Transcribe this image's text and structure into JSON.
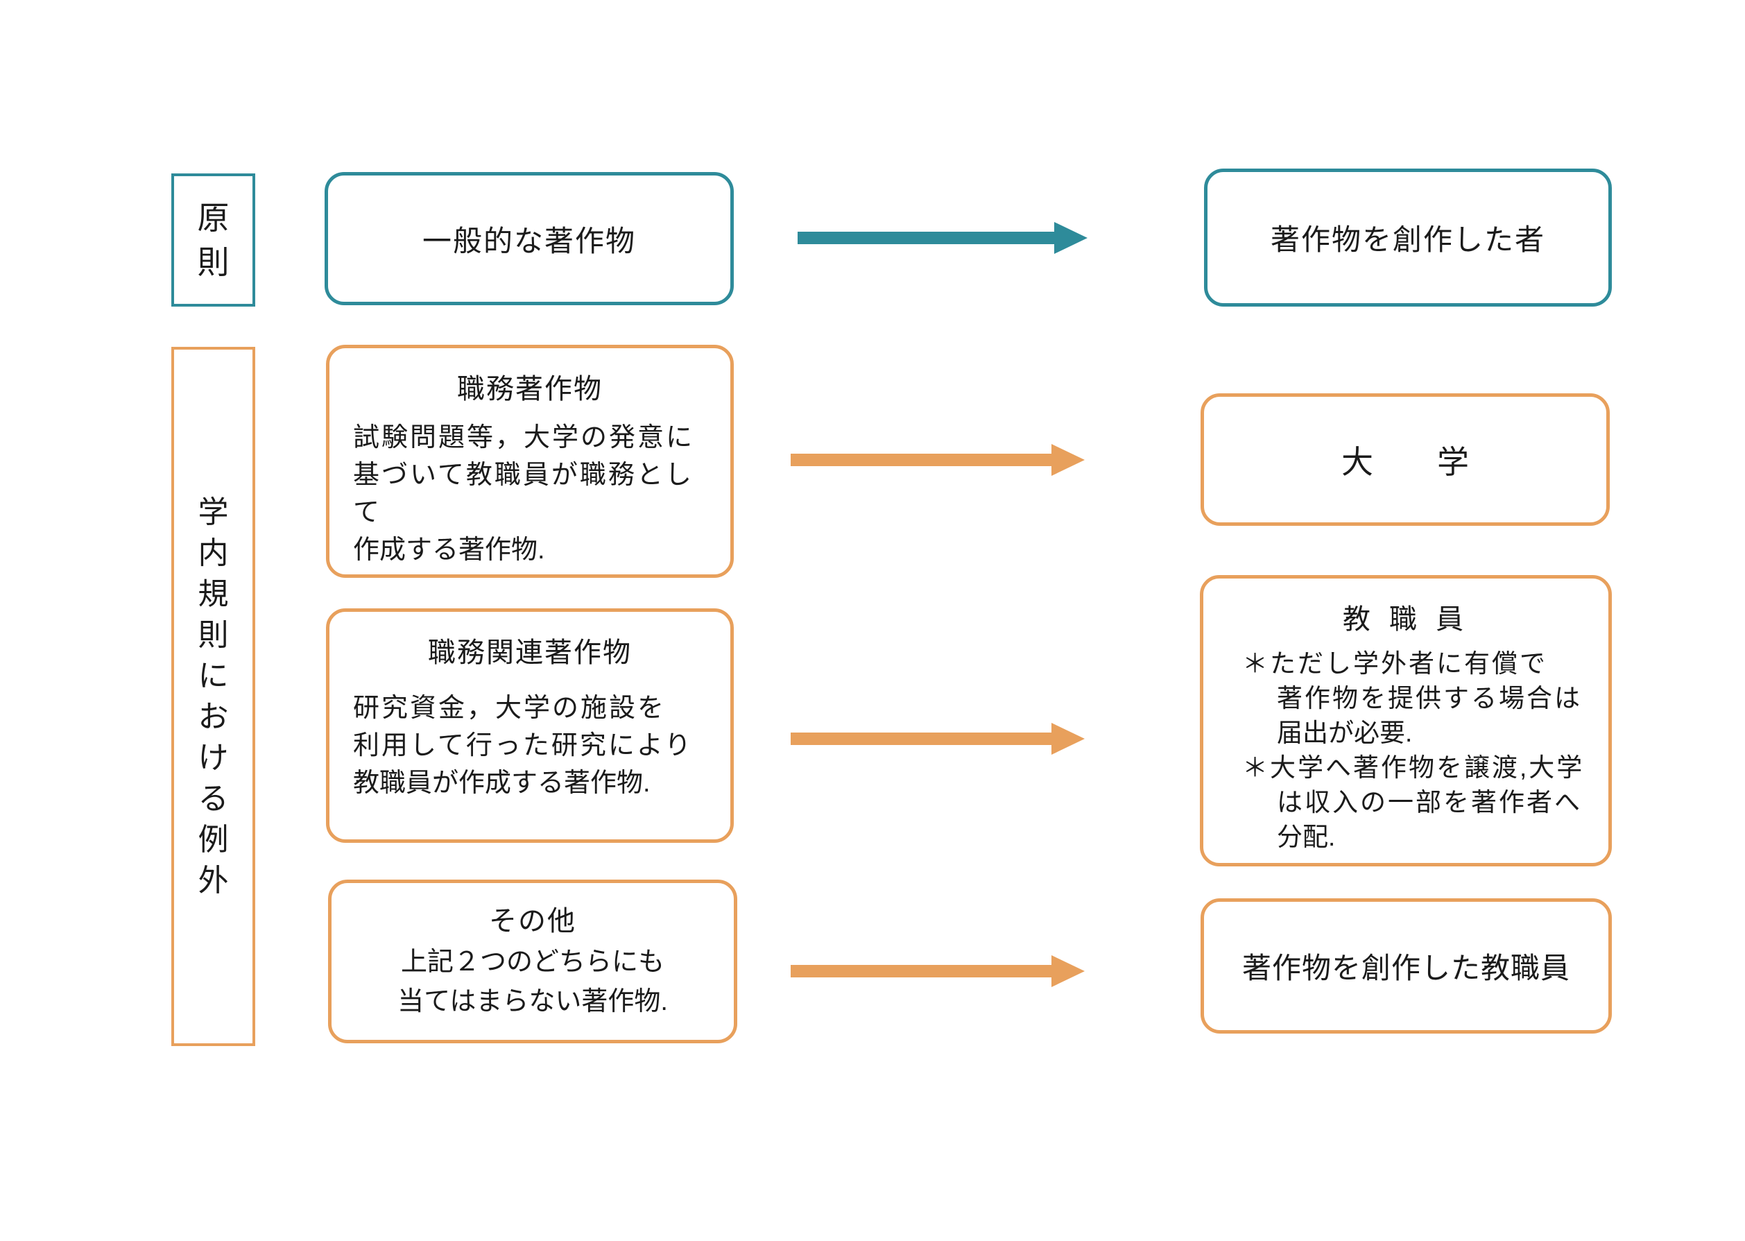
{
  "colors": {
    "teal": "#2E8B9A",
    "orange": "#E8A05C",
    "text": "#1B1B1B"
  },
  "principle_row": {
    "label": "原則",
    "general_work": "一般的な著作物",
    "owner": "著作物を創作した者"
  },
  "exception_section": {
    "label": "学内規則における例外",
    "work_for_hire": {
      "title": "職務著作物",
      "body": [
        "試験問題等，大学の発意に",
        "基づいて教職員が職務として",
        "作成する著作物."
      ]
    },
    "duty_related": {
      "title": "職務関連著作物",
      "body": [
        "研究資金，大学の施設を",
        "利用して行った研究により",
        "教職員が作成する著作物."
      ]
    },
    "other": {
      "title": "その他",
      "body": [
        "上記２つのどちらにも",
        "当てはまらない著作物."
      ]
    },
    "university": "大　学",
    "staff": {
      "title": "教 職 員",
      "notes": [
        "＊ただし学外者に有償で",
        "著作物を提供する場合は",
        "届出が必要.",
        "＊大学へ著作物を譲渡,大学",
        "は収入の一部を著作者へ",
        "分配."
      ]
    },
    "creator": "著作物を創作した教職員"
  }
}
